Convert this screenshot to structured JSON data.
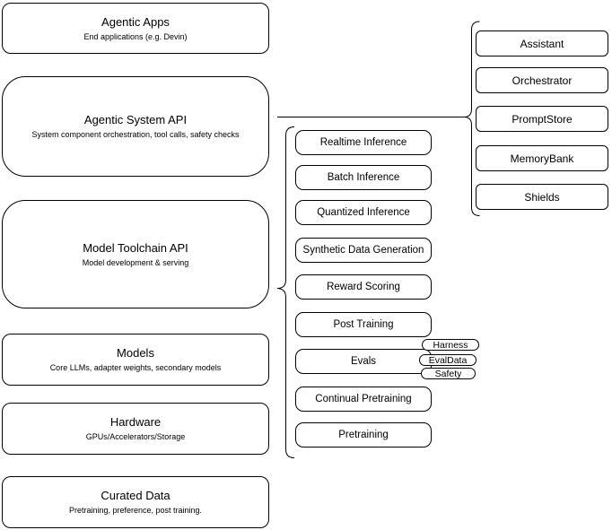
{
  "layers": [
    {
      "title": "Agentic Apps",
      "subtitle": "End applications (e.g. Devin)"
    },
    {
      "title": "Agentic System API",
      "subtitle": "System component orchestration, tool calls, safety checks"
    },
    {
      "title": "Model Toolchain API",
      "subtitle": "Model development & serving"
    },
    {
      "title": "Models",
      "subtitle": "Core LLMs, adapter weights, secondary models"
    },
    {
      "title": "Hardware",
      "subtitle": "GPUs/Accelerators/Storage"
    },
    {
      "title": "Curated Data",
      "subtitle": "Pretraining, preference, post training."
    }
  ],
  "toolchain_components": [
    "Realtime Inference",
    "Batch Inference",
    "Quantized Inference",
    "Synthetic Data Generation",
    "Reward Scoring",
    "Post Training",
    "Evals",
    "Continual Pretraining",
    "Pretraining"
  ],
  "evals_tags": [
    "Harness",
    "EvalData",
    "Safety"
  ],
  "system_components": [
    "Assistant",
    "Orchestrator",
    "PromptStore",
    "MemoryBank",
    "Shields"
  ],
  "colors": {
    "stroke": "#000000",
    "fill": "#ffffff",
    "background": "#ffffff",
    "text": "#000000"
  }
}
